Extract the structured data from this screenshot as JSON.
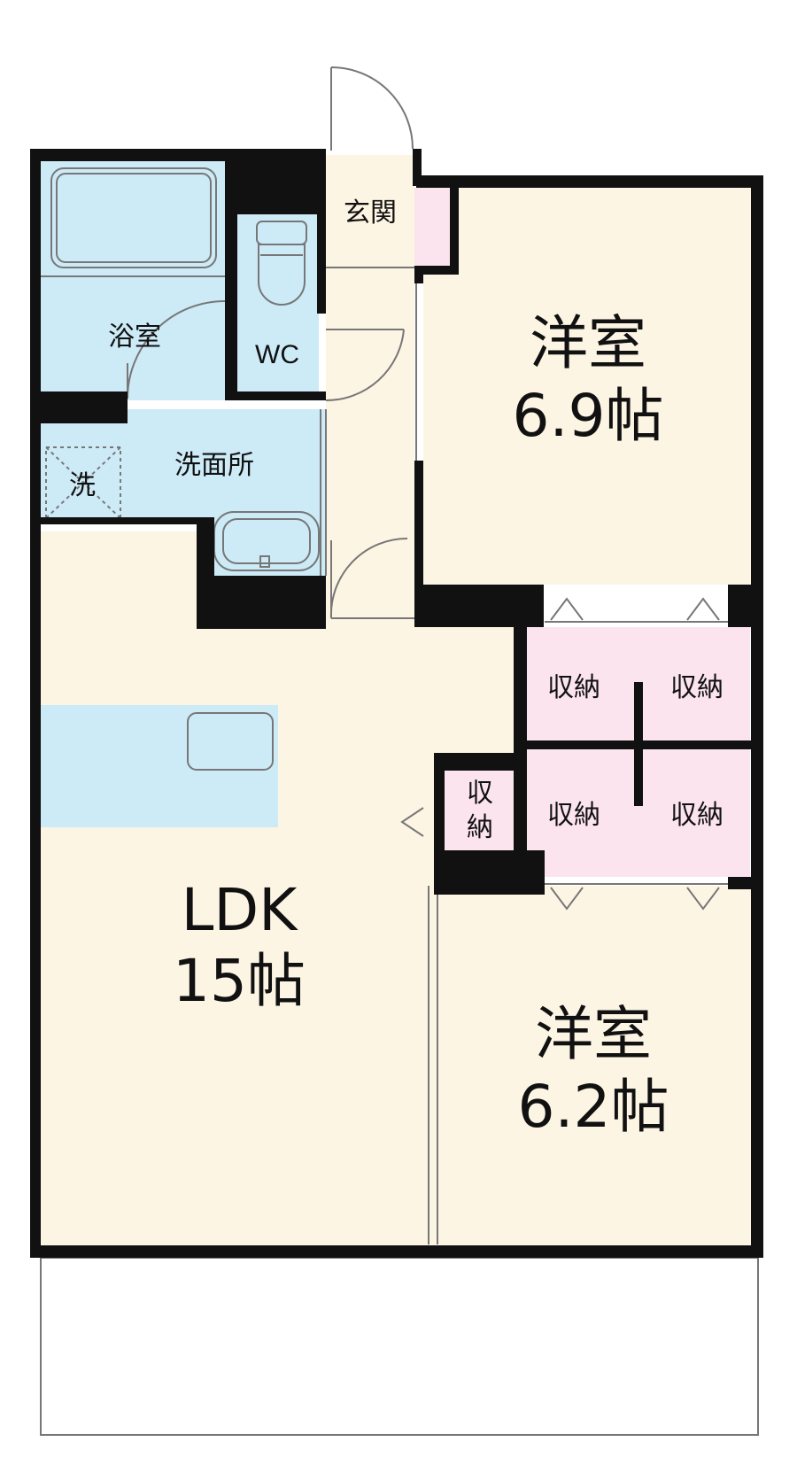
{
  "colors": {
    "living": "#fdf5e4",
    "wet": "#cdeaf7",
    "storage": "#fce4ee",
    "wall": "#111111",
    "line": "#777777"
  },
  "rooms": {
    "western_north": {
      "name": "洋室",
      "size": "6.9帖"
    },
    "western_south": {
      "name": "洋室",
      "size": "6.2帖"
    },
    "ldk": {
      "name": "LDK",
      "size": "15帖"
    },
    "bathroom": {
      "name": "浴室"
    },
    "toilet": {
      "name": "WC"
    },
    "washroom": {
      "name": "洗面所"
    },
    "washer": {
      "name": "洗"
    },
    "entrance": {
      "name": "玄関"
    },
    "storage": {
      "upper_left": "収納",
      "upper_right": "収納",
      "lower_left": "収納",
      "lower_right": "収納"
    },
    "storage_small": {
      "line1": "収",
      "line2": "納"
    }
  }
}
